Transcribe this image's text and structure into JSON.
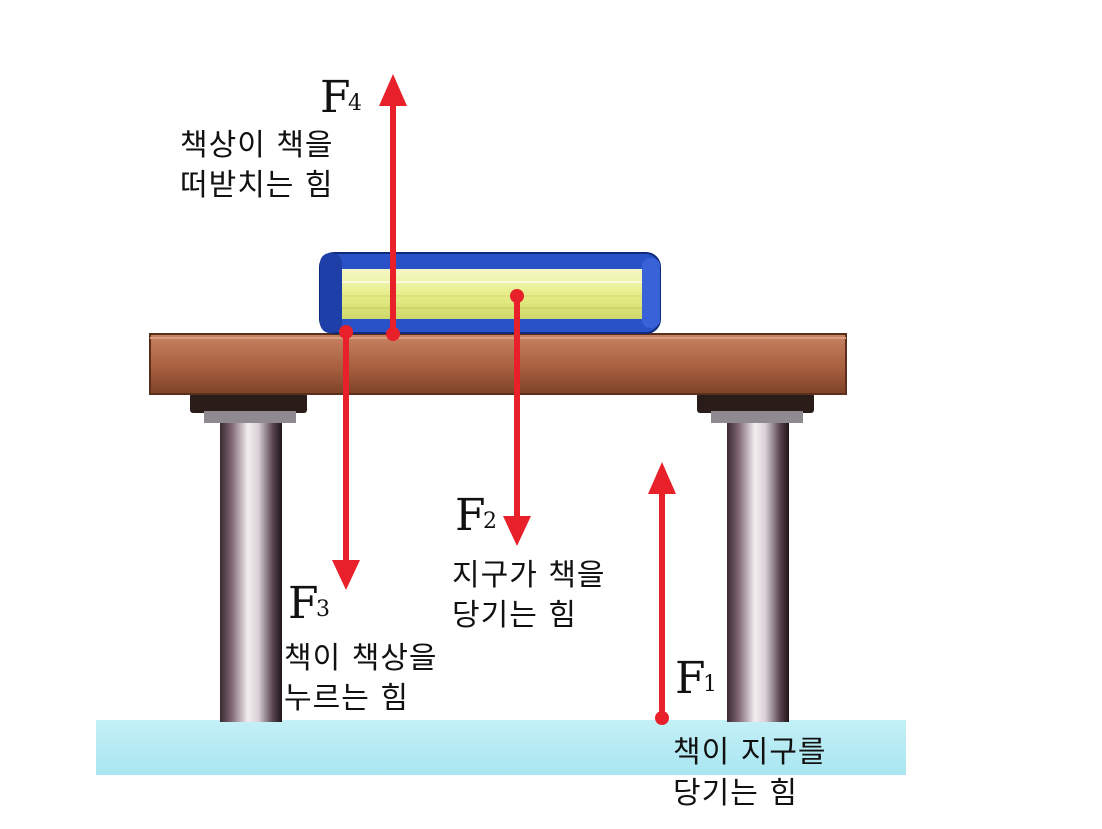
{
  "forces": [
    {
      "id": "f4",
      "symbol": "F",
      "sub": "4",
      "line1": "책상이 책을",
      "line2": "떠받치는 힘"
    },
    {
      "id": "f2",
      "symbol": "F",
      "sub": "2",
      "line1": "지구가 책을",
      "line2": "당기는 힘"
    },
    {
      "id": "f3",
      "symbol": "F",
      "sub": "3",
      "line1": "책이 책상을",
      "line2": "누르는 힘"
    },
    {
      "id": "f1",
      "symbol": "F",
      "sub": "1",
      "line1": "책이 지구를",
      "line2": "당기는 힘"
    }
  ],
  "colors": {
    "arrow": "#e8202a",
    "table_top": "#b06a48",
    "table_edge": "#5a2f1c",
    "leg": "#8a7380",
    "ground": "#b6ecf4",
    "book_cover": "#2a52c8",
    "book_pages": "#e9ef9a"
  }
}
